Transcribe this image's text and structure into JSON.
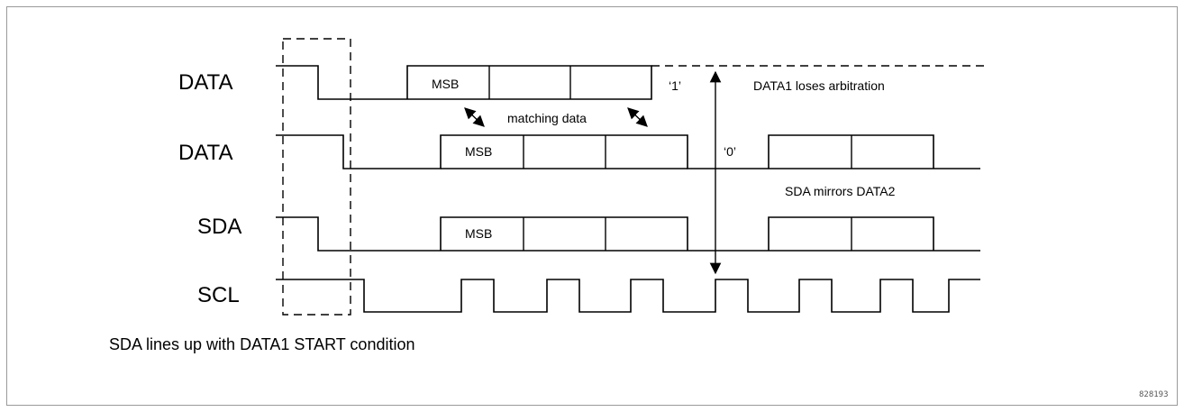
{
  "signals": {
    "data1": "DATA",
    "data2": "DATA",
    "sda": "SDA",
    "scl": "SCL"
  },
  "labels": {
    "msb": "MSB",
    "one": "‘1’",
    "zero": "‘0’",
    "matching_data": "matching data",
    "loses_arbitration": "DATA1 loses arbitration",
    "sda_mirrors": "SDA mirrors DATA2"
  },
  "caption": "SDA lines up with DATA1 START condition",
  "ref_number": "828193"
}
